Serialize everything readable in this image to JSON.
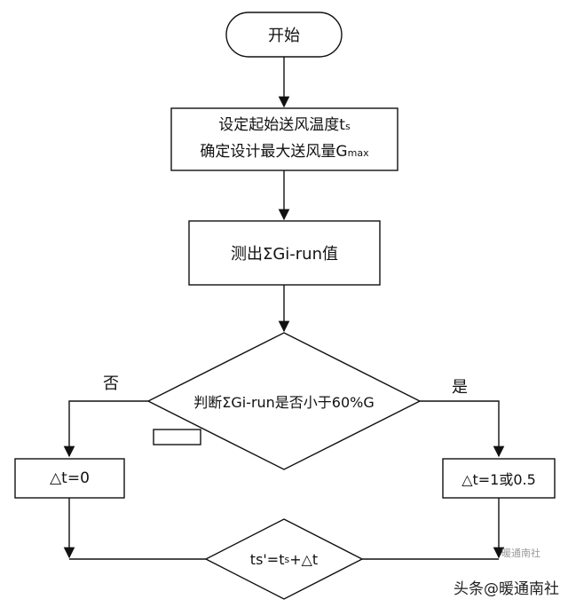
{
  "flowchart": {
    "start": "开始",
    "step1_line1": "设定起始送风温度t",
    "step1_line1_sub": "s",
    "step1_line2": "确定设计最大送风量G",
    "step1_line2_sub": "max",
    "step2": "测出ΣGi-run值",
    "decision": "判断ΣGi-run是否小于60%G",
    "label_no": "否",
    "label_yes": "是",
    "left_box": "△t=0",
    "right_box": "△t=1或0.5",
    "merge_main": "ts'=t",
    "merge_sub": "s",
    "merge_tail": "+△t"
  },
  "watermark": {
    "prefix": "头条",
    "at_name": "@暖通南社",
    "faint": "暖通南社"
  }
}
